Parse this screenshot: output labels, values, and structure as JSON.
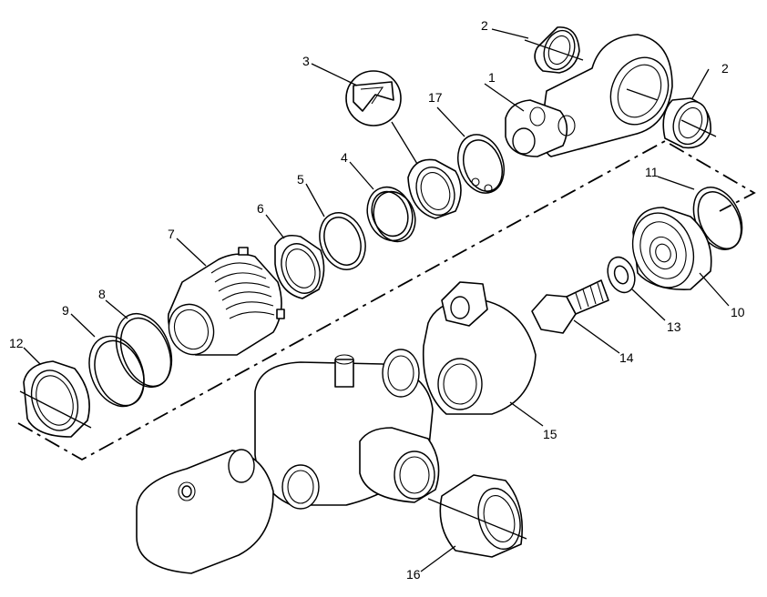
{
  "callouts": [
    {
      "id": "c1",
      "text": "1"
    },
    {
      "id": "c2a",
      "text": "2"
    },
    {
      "id": "c2b",
      "text": "2"
    },
    {
      "id": "c3",
      "text": "3"
    },
    {
      "id": "c4",
      "text": "4"
    },
    {
      "id": "c5",
      "text": "5"
    },
    {
      "id": "c6",
      "text": "6"
    },
    {
      "id": "c7",
      "text": "7"
    },
    {
      "id": "c8",
      "text": "8"
    },
    {
      "id": "c9",
      "text": "9"
    },
    {
      "id": "c10",
      "text": "10"
    },
    {
      "id": "c11",
      "text": "11"
    },
    {
      "id": "c12",
      "text": "12"
    },
    {
      "id": "c13",
      "text": "13"
    },
    {
      "id": "c14",
      "text": "14"
    },
    {
      "id": "c15",
      "text": "15"
    },
    {
      "id": "c16",
      "text": "16"
    },
    {
      "id": "c17",
      "text": "17"
    }
  ]
}
